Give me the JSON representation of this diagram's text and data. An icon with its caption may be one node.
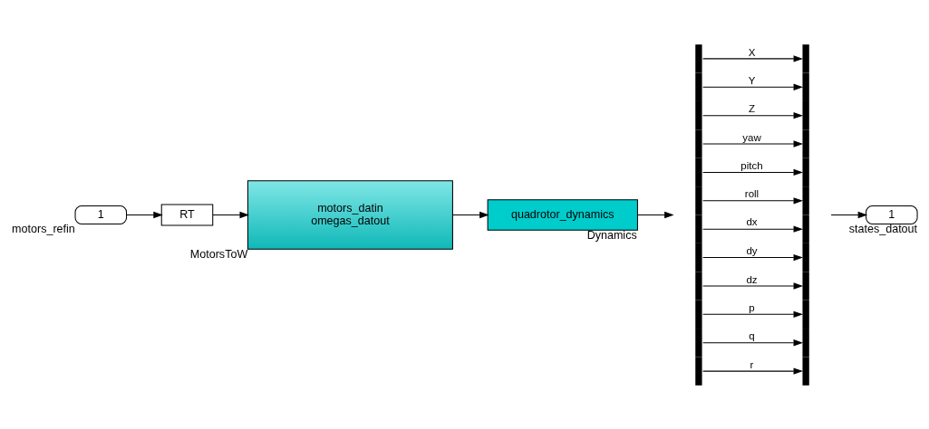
{
  "diagram": {
    "nodes": [
      {
        "text": [
          "1"
        ],
        "beside": [
          "motors_refin"
        ]
      },
      {
        "text": [
          "RT"
        ]
      },
      {
        "text": [
          "motors_datin",
          "omegas_datout"
        ],
        "beside": [
          "MotorsToW"
        ]
      },
      {
        "text": [
          "quadrotor_dynamics"
        ],
        "beside": [
          "Dynamics"
        ]
      },
      {
        "text": [],
        "shape": "bar"
      },
      {
        "text": [],
        "shape": "bar"
      },
      {
        "text": [
          "1"
        ],
        "beside": [
          "states_datout"
        ]
      }
    ],
    "edges": [
      {
        "from": 0,
        "to": 1,
        "arrow": "to"
      },
      {
        "from": 1,
        "to": 2,
        "arrow": "to"
      },
      {
        "from": 2,
        "to": 3,
        "arrow": "to"
      },
      {
        "from": 3,
        "to": 4,
        "arrow": "to"
      },
      {
        "from": 4,
        "to": 5,
        "arrow": "to",
        "label": "X"
      },
      {
        "from": 4,
        "to": 5,
        "arrow": "to",
        "label": "Y"
      },
      {
        "from": 4,
        "to": 5,
        "arrow": "to",
        "label": "Z"
      },
      {
        "from": 4,
        "to": 5,
        "arrow": "to",
        "label": "yaw"
      },
      {
        "from": 4,
        "to": 5,
        "arrow": "to",
        "label": "pitch"
      },
      {
        "from": 4,
        "to": 5,
        "arrow": "to",
        "label": "roll"
      },
      {
        "from": 4,
        "to": 5,
        "arrow": "to",
        "label": "dx"
      },
      {
        "from": 4,
        "to": 5,
        "arrow": "to",
        "label": "dy"
      },
      {
        "from": 4,
        "to": 5,
        "arrow": "to",
        "label": "dz"
      },
      {
        "from": 4,
        "to": 5,
        "arrow": "to",
        "label": "p"
      },
      {
        "from": 4,
        "to": 5,
        "arrow": "to",
        "label": "q"
      },
      {
        "from": 4,
        "to": 5,
        "arrow": "to",
        "label": "r"
      },
      {
        "from": 5,
        "to": 6,
        "arrow": "to"
      }
    ]
  }
}
